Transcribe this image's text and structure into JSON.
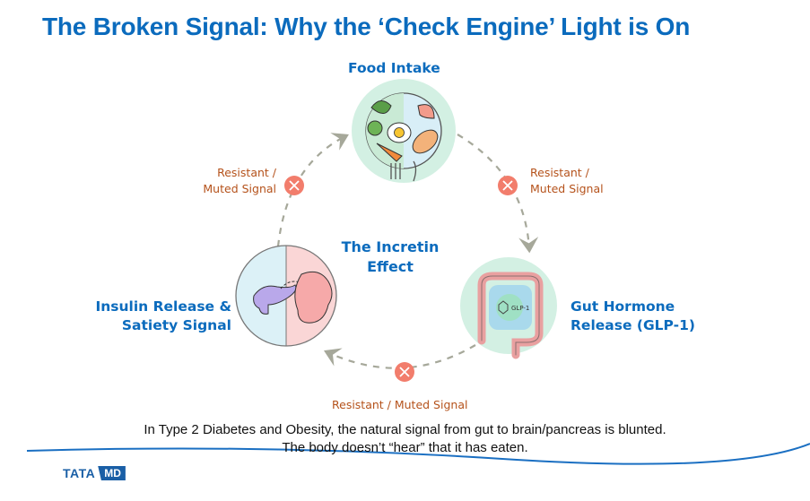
{
  "title": "The Broken Signal: Why the ‘Check Engine’ Light is On",
  "center_label": [
    "The Incretin",
    "Effect"
  ],
  "nodes": {
    "food": {
      "label": "Food Intake",
      "icon": "food-plate-icon"
    },
    "gut": {
      "label": [
        "Gut Hormone",
        "Release (GLP-1)"
      ],
      "icon": "intestine-icon",
      "icon_text": "GLP-1"
    },
    "insulin": {
      "label": [
        "Insulin Release &",
        "Satiety Signal"
      ],
      "icon": "pancreas-brain-icon"
    }
  },
  "signals": {
    "left": [
      "Resistant /",
      "Muted Signal"
    ],
    "right": [
      "Resistant /",
      "Muted Signal"
    ],
    "bottom": "Resistant / Muted Signal"
  },
  "caption": [
    "In Type 2 Diabetes and Obesity, the natural signal from gut to brain/pancreas is blunted.",
    "The body doesn’t “hear” that it has eaten."
  ],
  "logo": {
    "left": "TATA",
    "right": "MD"
  },
  "colors": {
    "accent": "#0b6bbd",
    "warning_text": "#b5521b",
    "x_badge": "#f27d6c",
    "node_bg": "#d3f0e3",
    "arrow": "#a6a89a"
  }
}
